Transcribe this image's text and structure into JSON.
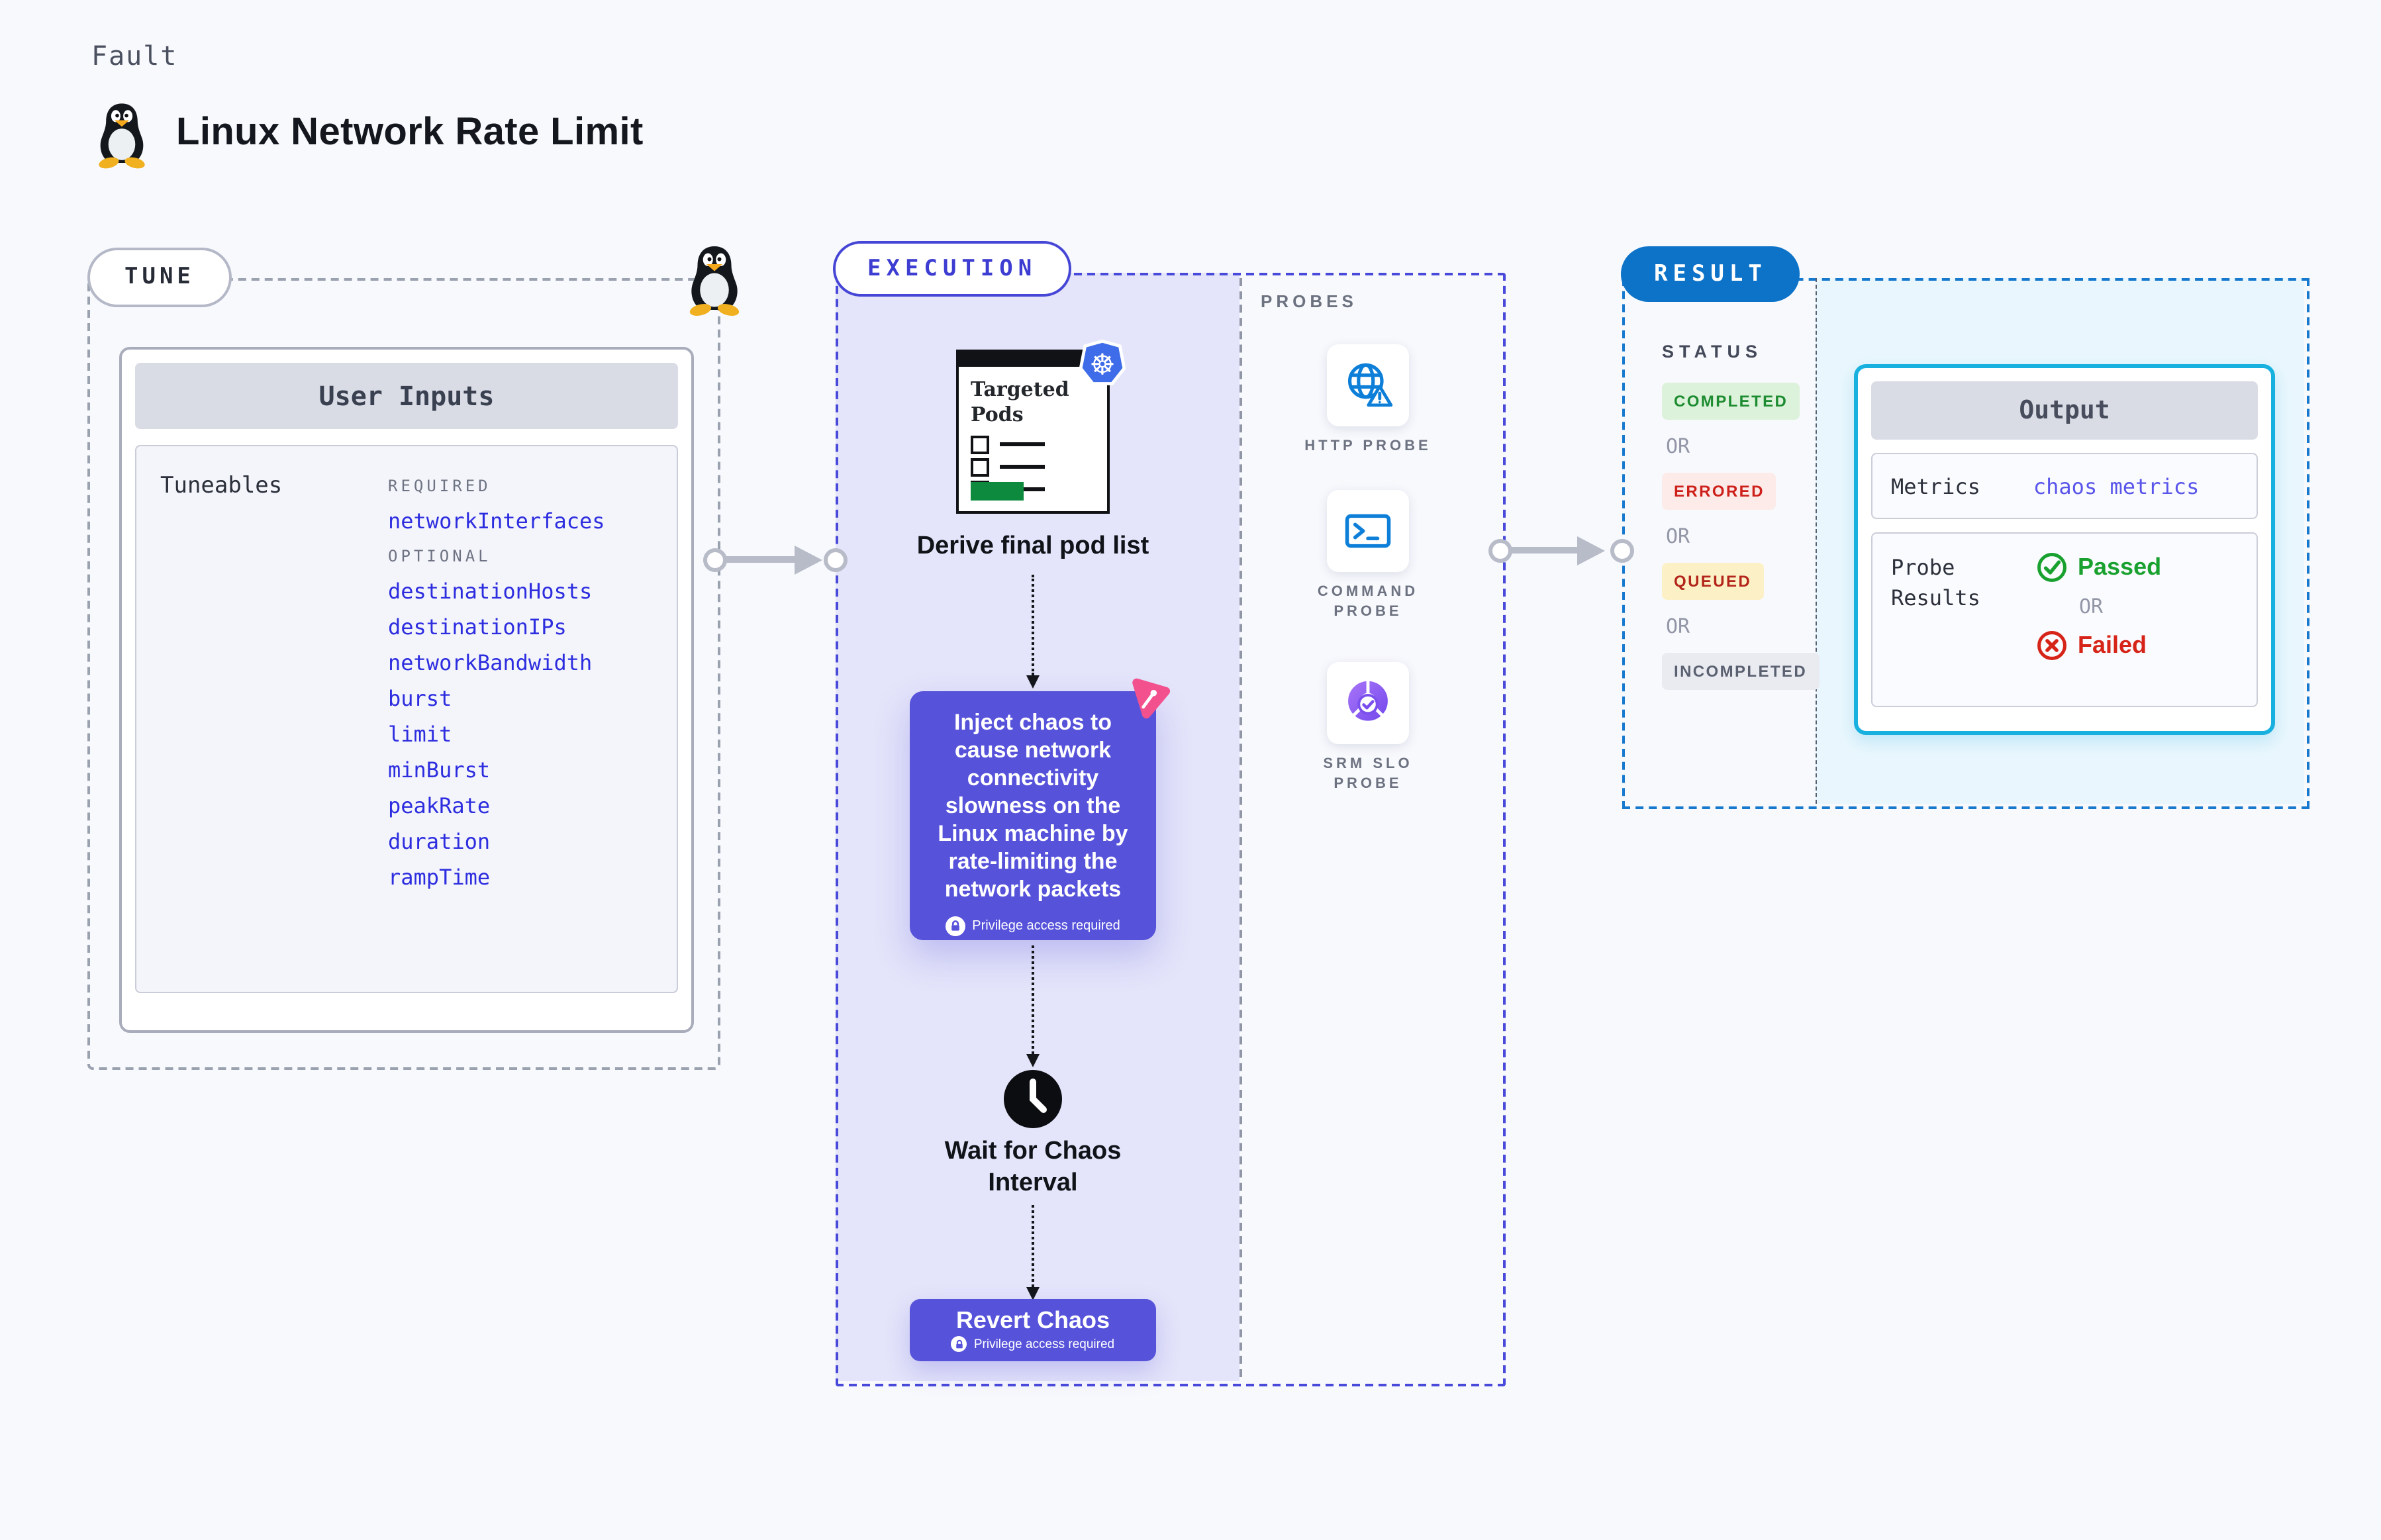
{
  "header": {
    "eyebrow": "Fault",
    "title": "Linux Network Rate Limit"
  },
  "tune": {
    "label": "TUNE",
    "user_inputs_title": "User Inputs",
    "tuneables_label": "Tuneables",
    "required_label": "REQUIRED",
    "required_items": [
      "networkInterfaces"
    ],
    "optional_label": "OPTIONAL",
    "optional_items": [
      "destinationHosts",
      "destinationIPs",
      "networkBandwidth",
      "burst",
      "limit",
      "minBurst",
      "peakRate",
      "duration",
      "rampTime"
    ]
  },
  "execution": {
    "label": "EXECUTION",
    "pods_card_title": "Targeted Pods",
    "derive_step_label": "Derive final pod list",
    "inject_step_text": "Inject chaos to cause network connectivity slowness on the Linux machine by rate-limiting the network packets",
    "privilege_note": "Privilege access required",
    "wait_step_label": "Wait for Chaos Interval",
    "revert_step_label": "Revert Chaos"
  },
  "probes": {
    "label": "PROBES",
    "items": [
      {
        "label": "HTTP PROBE",
        "icon": "globe-warning-icon"
      },
      {
        "label": "COMMAND PROBE",
        "icon": "terminal-icon"
      },
      {
        "label": "SRM SLO PROBE",
        "icon": "slo-gauge-icon"
      }
    ]
  },
  "result": {
    "label": "RESULT",
    "status_label": "STATUS",
    "or_label": "OR",
    "statuses": [
      {
        "label": "COMPLETED",
        "fg": "#1d8c30",
        "bg": "#ddf2db"
      },
      {
        "label": "ERRORED",
        "fg": "#cd201a",
        "bg": "#fcebe9"
      },
      {
        "label": "QUEUED",
        "fg": "#b3241a",
        "bg": "#fcf1c6"
      },
      {
        "label": "INCOMPLETED",
        "fg": "#5a6070",
        "bg": "#e9ebf1"
      }
    ],
    "output": {
      "title": "Output",
      "metrics_label": "Metrics",
      "metrics_value": "chaos metrics",
      "probe_results_label": "Probe Results",
      "passed_label": "Passed",
      "failed_label": "Failed"
    }
  },
  "icons": {
    "kubernetes_wheel_glyph": "☸"
  },
  "colors": {
    "indigo_dash": "#4a4ada",
    "purple_box": "#5652da",
    "lavender": "#e4e4fa",
    "result_blue": "#0d73c8",
    "cyan_border": "#18b1df",
    "cyan_fill": "#e9f6fd",
    "param_link": "#2d2de0",
    "metrics_link": "#5a55ea",
    "passed_green": "#19a12f",
    "failed_red": "#d62418",
    "pink_badge": "#f2518e",
    "kubernetes_blue": "#3f6ce8",
    "probe_icon_blue": "#0e7fd8",
    "slo_purple": "#7e52ee",
    "pods_green": "#0e8a3e"
  }
}
